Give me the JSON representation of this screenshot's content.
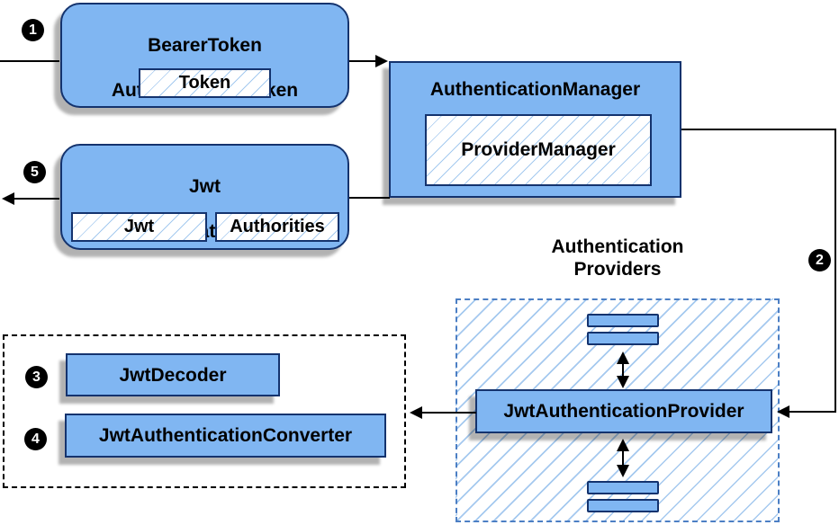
{
  "steps": [
    "1",
    "2",
    "3",
    "4",
    "5"
  ],
  "nodes": {
    "bearer_token": {
      "line1": "BearerToken",
      "line2": "AuthenticationToken",
      "chip": "Token"
    },
    "auth_manager": {
      "title": "AuthenticationManager",
      "chip": "ProviderManager"
    },
    "jwt_token": {
      "line1": "Jwt",
      "line2": "AuthenticationToken",
      "chip_jwt": "Jwt",
      "chip_authorities": "Authorities"
    },
    "providers_group": {
      "label_line1": "Authentication",
      "label_line2": "Providers"
    },
    "jwt_provider": {
      "title": "JwtAuthenticationProvider"
    },
    "jwt_decoder": {
      "title": "JwtDecoder"
    },
    "jwt_converter": {
      "title": "JwtAuthenticationConverter"
    }
  },
  "colors": {
    "node_fill": "#80B6F2",
    "node_border": "#14336E",
    "hatch_line": "#A5C9EF",
    "providers_border": "#4C7FC4",
    "arrow_color": "#000000",
    "text_color": "#000000"
  }
}
